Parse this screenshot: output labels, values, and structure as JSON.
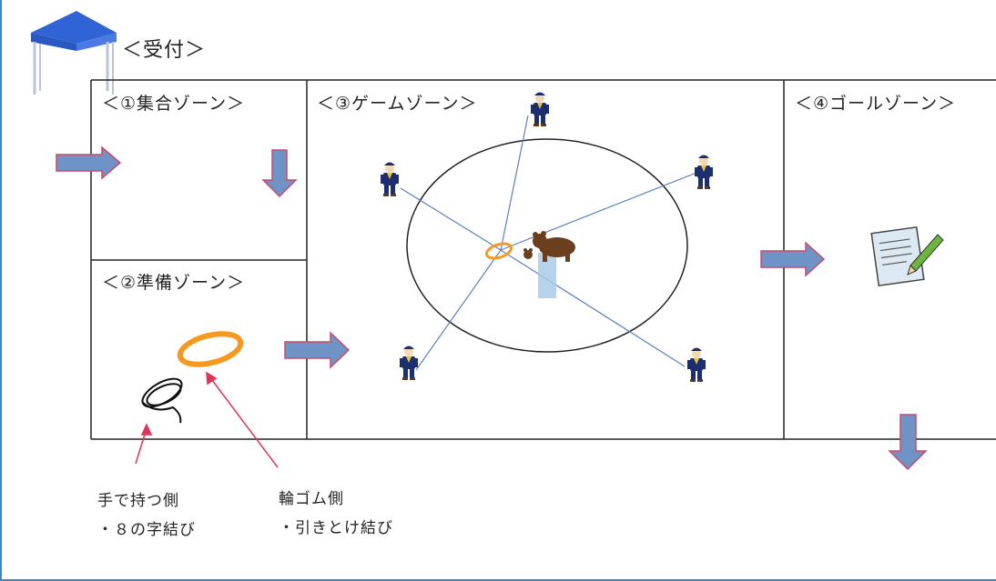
{
  "reception": {
    "label": "＜受付＞"
  },
  "zones": {
    "gather": {
      "label": "＜①集合ゾーン＞"
    },
    "prepare": {
      "label": "＜②準備ゾーン＞"
    },
    "game": {
      "label": "＜③ゲームゾーン＞"
    },
    "goal": {
      "label": "＜④ゴールゾーン＞"
    }
  },
  "notes": {
    "hand_side": {
      "title": "手で持つ側",
      "detail": "・８の字結び"
    },
    "rubber_side": {
      "title": "輪ゴム側",
      "detail": "・引きとけ結び"
    }
  },
  "colors": {
    "arrow_fill": "#6f93c6",
    "arrow_stroke": "#c94a6a",
    "tent_blue": "#2f63d6",
    "rubber_band": "#f59a1f",
    "pointer": "#e0325a",
    "string_line": "#5b7fbf"
  },
  "icons": [
    "tent-icon",
    "scout-figure-icon",
    "bear-icon",
    "rubber-band-icon",
    "rope-coil-icon",
    "note-pencil-icon",
    "flow-arrow-icon"
  ]
}
